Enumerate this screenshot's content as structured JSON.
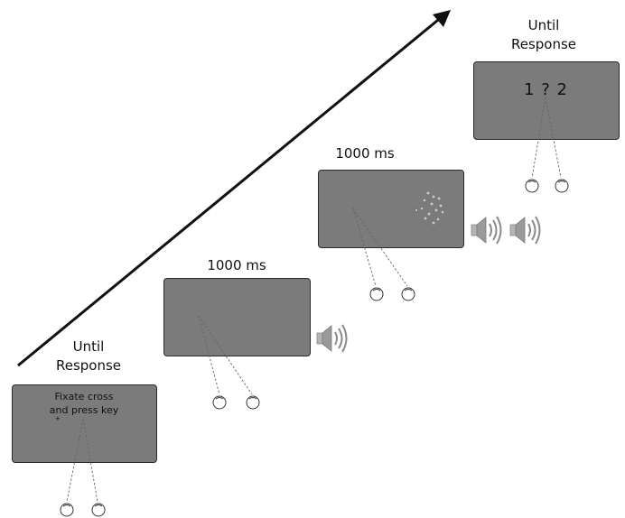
{
  "trials": [
    {
      "id": "fixation",
      "duration_label_line1": "Until",
      "duration_label_line2": "Response",
      "screen_text_line1": "Fixate cross",
      "screen_text_line2": "and press key",
      "fixation_mark": "+"
    },
    {
      "id": "blank",
      "duration_label": "1000 ms",
      "sounds": 1
    },
    {
      "id": "dots",
      "duration_label": "1000 ms",
      "sounds": 2
    },
    {
      "id": "response",
      "duration_label_line1": "Until",
      "duration_label_line2": "Response",
      "screen_text": "1 ? 2"
    }
  ],
  "icons": {
    "eye": "eye-icon",
    "speaker": "speaker-icon",
    "arrow": "time-arrow"
  },
  "colors": {
    "screen_fill": "#7b7b7b",
    "screen_border": "#2b2b2b",
    "speaker": "#9a9a9a"
  }
}
